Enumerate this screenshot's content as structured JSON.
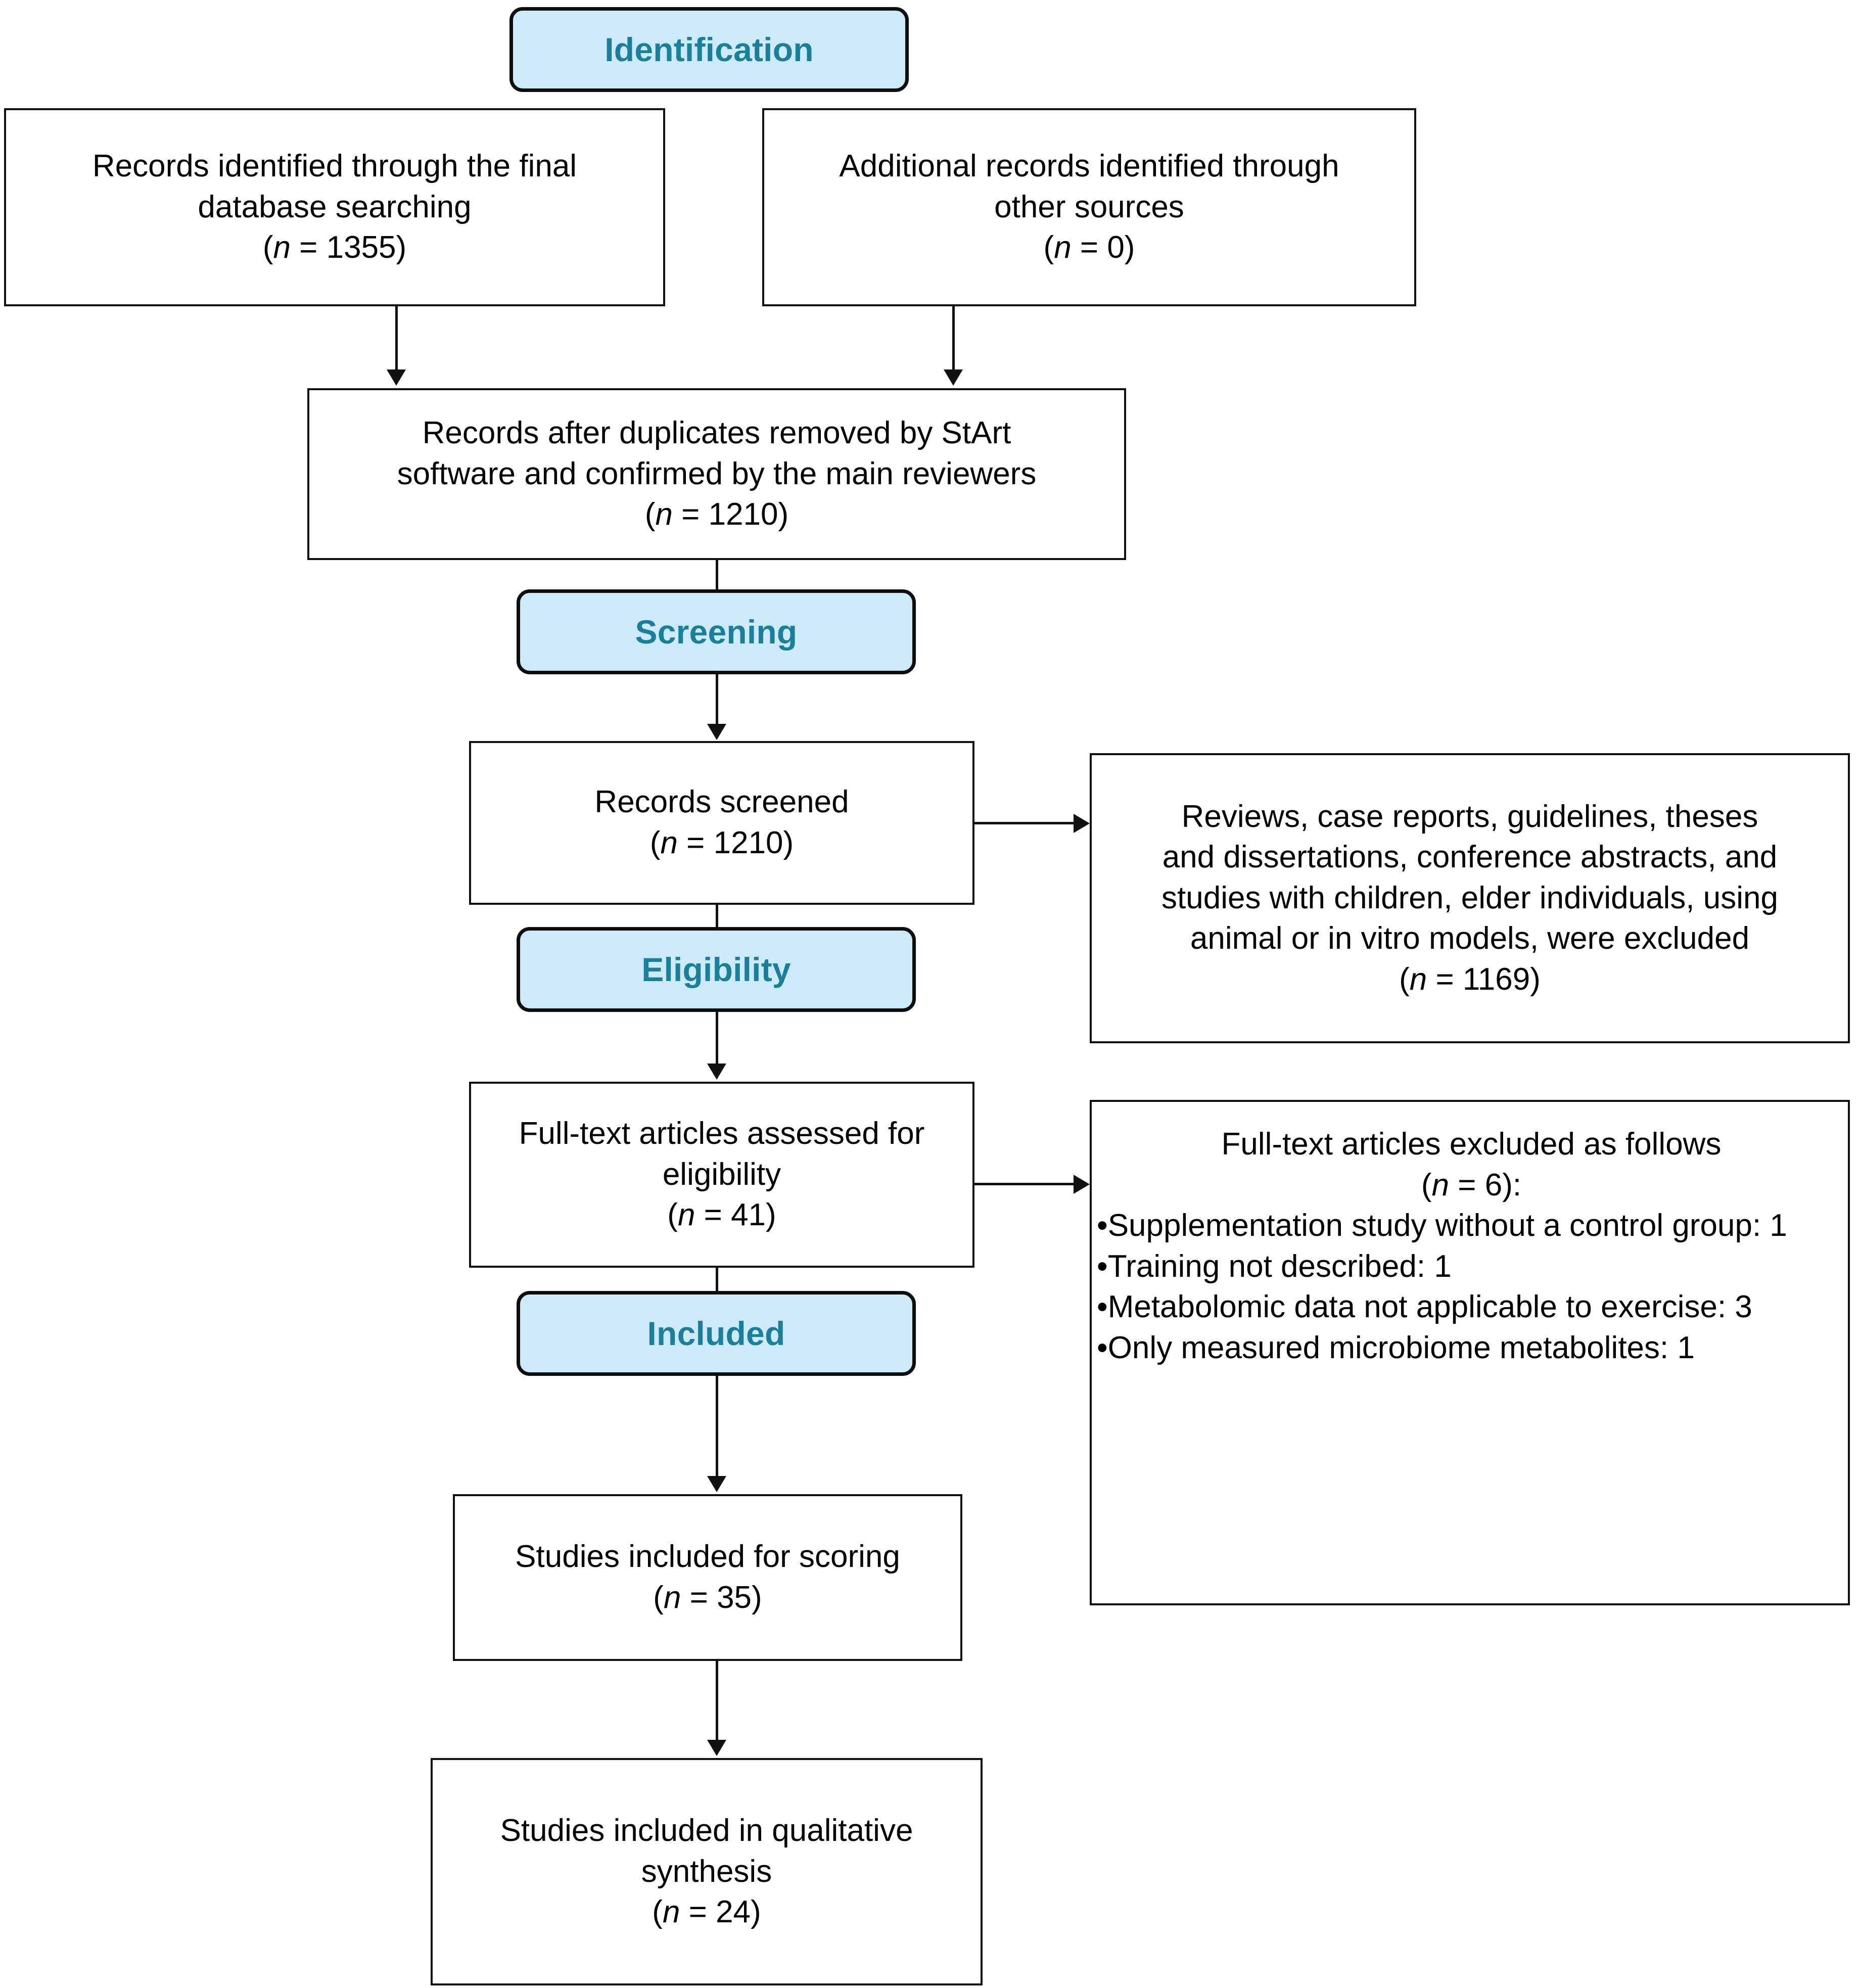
{
  "diagram": {
    "type": "PRISMA flow diagram",
    "accent_badge_fill": "#cdeafa",
    "accent_badge_text": "#1b7f99",
    "box_border_color": "#111111",
    "box_fill": "#ffffff"
  },
  "stages": {
    "identification": "Identification",
    "screening": "Screening",
    "eligibility": "Eligibility",
    "included": "Included"
  },
  "boxes": {
    "records_database": {
      "line1": "Records identified through the final",
      "line2": "database searching",
      "n_prefix": "(",
      "n_symbol": "n",
      "n_value": " = 1355)"
    },
    "records_other": {
      "line1": "Additional records identified through",
      "line2": "other sources",
      "n_prefix": "(",
      "n_symbol": "n",
      "n_value": " = 0)"
    },
    "duplicates_removed": {
      "line1": "Records after duplicates removed by StArt",
      "line2": "software and confirmed by the main reviewers",
      "n_prefix": "(",
      "n_symbol": "n",
      "n_value": " = 1210)"
    },
    "records_screened": {
      "line1": "Records screened",
      "n_prefix": "(",
      "n_symbol": "n",
      "n_value": " = 1210)"
    },
    "screening_excluded": {
      "line1": "Reviews, case reports, guidelines, theses",
      "line2": "and dissertations, conference abstracts, and",
      "line3": "studies with children, elder individuals, using",
      "line4": "animal or in vitro models, were excluded",
      "n_prefix": "(",
      "n_symbol": "n",
      "n_value": " = 1169)"
    },
    "fulltext_assessed": {
      "line1": "Full-text articles assessed for",
      "line2": "eligibility",
      "n_prefix": "(",
      "n_symbol": "n",
      "n_value": " = 41)"
    },
    "fulltext_excluded": {
      "title": "Full-text articles excluded as follows",
      "n_prefix": "(",
      "n_symbol": "n",
      "n_value": " = 6):",
      "reasons": [
        "•Supplementation study without a control group: 1",
        "•Training not described: 1",
        "•Metabolomic data not applicable to exercise: 3",
        "•Only measured microbiome metabolites: 1"
      ]
    },
    "studies_scoring": {
      "line1": "Studies included for scoring",
      "n_prefix": "(",
      "n_symbol": "n",
      "n_value": " = 35)"
    },
    "studies_synthesis": {
      "line1": "Studies included in qualitative",
      "line2": "synthesis",
      "n_prefix": "(",
      "n_symbol": "n",
      "n_value": " = 24)"
    }
  }
}
